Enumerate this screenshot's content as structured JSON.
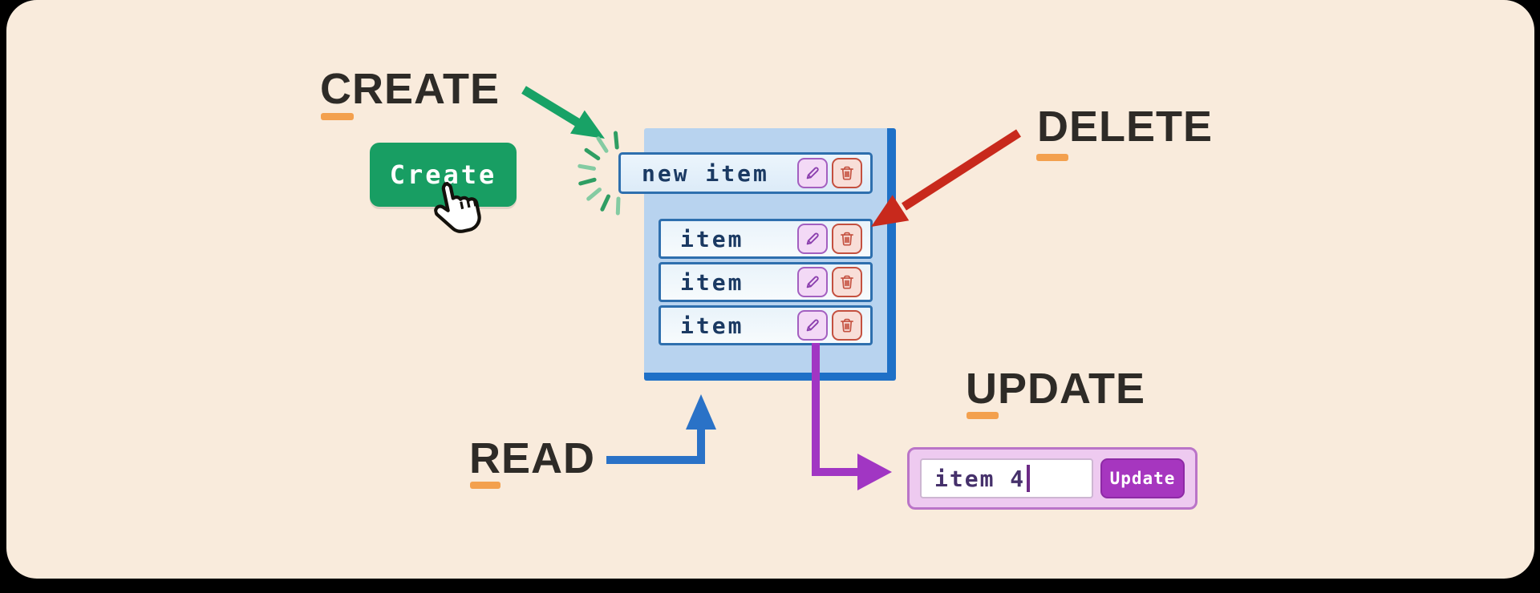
{
  "headings": {
    "create": {
      "label": "CREATE"
    },
    "delete": {
      "label": "DELETE"
    },
    "read": {
      "label": "READ"
    },
    "update": {
      "label": "UPDATE"
    }
  },
  "create_section": {
    "button_label": "Create"
  },
  "list_panel": {
    "new_item_row": {
      "label": "new item"
    },
    "item_rows": [
      {
        "label": "item"
      },
      {
        "label": "item"
      },
      {
        "label": "item"
      }
    ]
  },
  "update_form": {
    "input_value": "item 4",
    "button_label": "Update"
  },
  "icons": {
    "edit": "pencil-icon",
    "delete": "trash-icon",
    "pointer": "hand-cursor-icon",
    "caret": "text-cursor"
  },
  "colors": {
    "card_bg": "#f9ebdc",
    "frame_bg": "#000000",
    "heading_text": "#2e2b27",
    "underline_orange": "#f3a04e",
    "create_green": "#18a266",
    "delete_red": "#c8291c",
    "read_blue": "#2a72c7",
    "update_purple": "#a136c3",
    "panel_blue": "#b8d3ef",
    "panel_border_blue": "#1e70c7",
    "row_border_blue": "#2e6fae",
    "row_text_navy": "#1b3a63",
    "pencil_purple": "#8b3fae",
    "trash_red": "#c4503f",
    "update_button_purple": "#a636bf",
    "input_text_purple": "#46316b"
  }
}
